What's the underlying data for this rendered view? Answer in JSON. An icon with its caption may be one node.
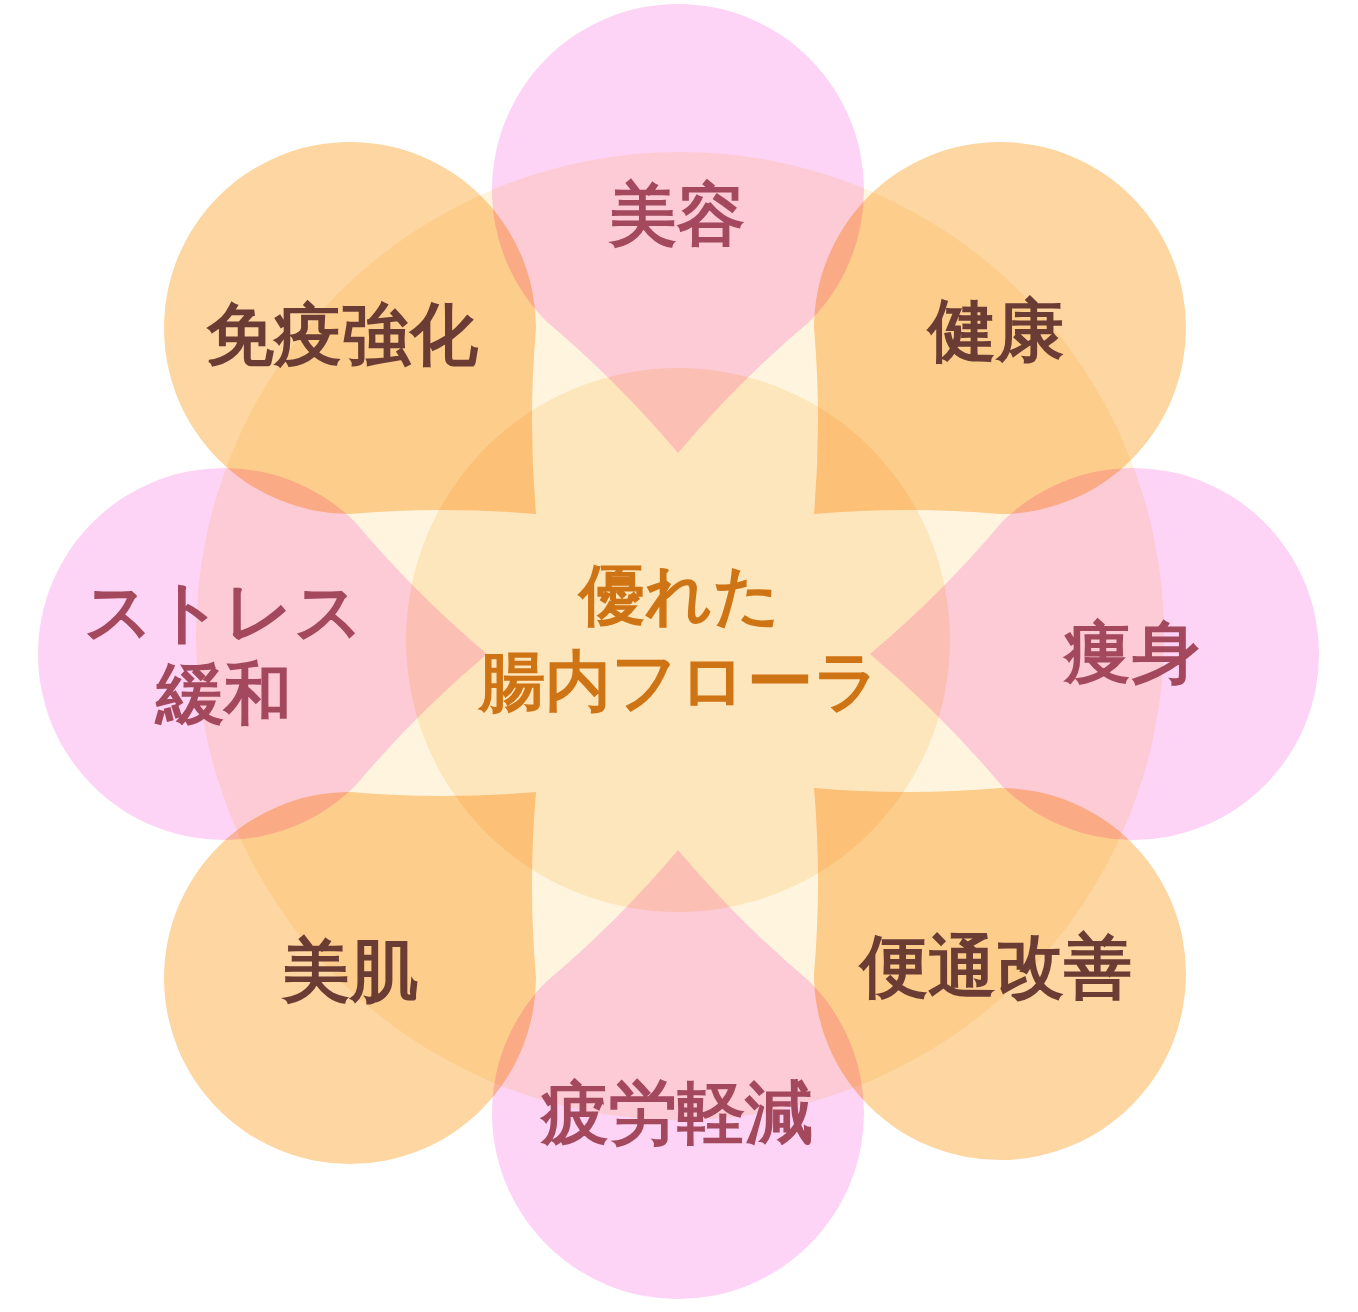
{
  "diagram": {
    "nodes": [
      {
        "text": [
          "優れた腸内フローラ"
        ]
      },
      {
        "text": [
          "美容"
        ]
      },
      {
        "text": [
          "健康"
        ]
      },
      {
        "text": [
          "痩身"
        ]
      },
      {
        "text": [
          "便通改善"
        ]
      },
      {
        "text": [
          "疲労軽減"
        ]
      },
      {
        "text": [
          "美肌"
        ]
      },
      {
        "text": [
          "ストレス緩和"
        ]
      },
      {
        "text": [
          "免疫強化"
        ]
      }
    ]
  }
}
